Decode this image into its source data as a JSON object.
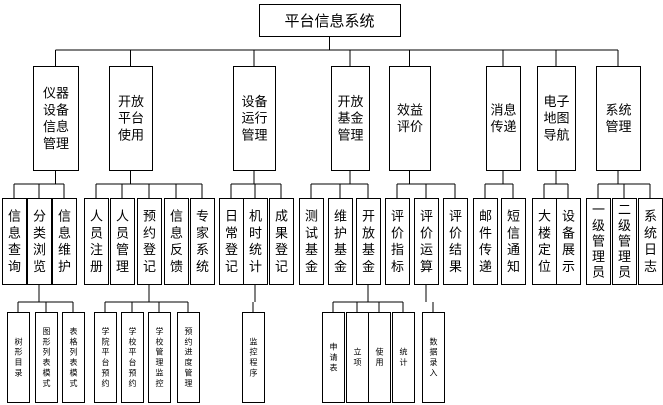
{
  "root": {
    "label": "平台信息系统"
  },
  "modules": [
    {
      "label": "仪器设备信息管理",
      "children": [
        {
          "label": "信息查询",
          "children": []
        },
        {
          "label": "分类浏览",
          "children": [
            {
              "label": "树形目录"
            },
            {
              "label": "图形列表模式"
            },
            {
              "label": "表格列表模式"
            }
          ]
        },
        {
          "label": "信息维护",
          "children": []
        }
      ]
    },
    {
      "label": "开放平台使用",
      "children": [
        {
          "label": "人员注册",
          "children": []
        },
        {
          "label": "人员管理",
          "children": []
        },
        {
          "label": "预约登记",
          "children": [
            {
              "label": "学院平台预约"
            },
            {
              "label": "学校平台预约"
            },
            {
              "label": "学校管理监控"
            },
            {
              "label": "预约进度管理"
            }
          ]
        },
        {
          "label": "信息反馈",
          "children": []
        },
        {
          "label": "专家系统",
          "children": []
        }
      ]
    },
    {
      "label": "设备运行管理",
      "children": [
        {
          "label": "日常登记",
          "children": []
        },
        {
          "label": "机时统计",
          "children": [
            {
              "label": "监控程序"
            }
          ]
        },
        {
          "label": "成果登记",
          "children": []
        }
      ]
    },
    {
      "label": "开放基金管理",
      "children": [
        {
          "label": "测试基金",
          "children": []
        },
        {
          "label": "维护基金",
          "children": []
        },
        {
          "label": "开放基金",
          "children": [
            {
              "label": "申请表"
            },
            {
              "label": "立项"
            },
            {
              "label": "使用"
            },
            {
              "label": "统计"
            }
          ]
        }
      ]
    },
    {
      "label": "效益评价",
      "children": [
        {
          "label": "评价指标",
          "children": []
        },
        {
          "label": "评价运算",
          "children": [
            {
              "label": "数据录入"
            }
          ]
        },
        {
          "label": "评价结果",
          "children": []
        }
      ]
    },
    {
      "label": "消息传递",
      "children": [
        {
          "label": "邮件传递",
          "children": []
        },
        {
          "label": "短信通知",
          "children": []
        }
      ]
    },
    {
      "label": "电子地图导航",
      "children": [
        {
          "label": "大楼定位",
          "children": []
        },
        {
          "label": "设备展示",
          "children": []
        }
      ]
    },
    {
      "label": "系统管理",
      "children": [
        {
          "label": "一级管理员",
          "children": []
        },
        {
          "label": "二级管理员",
          "children": []
        },
        {
          "label": "系统日志",
          "children": []
        }
      ]
    }
  ]
}
